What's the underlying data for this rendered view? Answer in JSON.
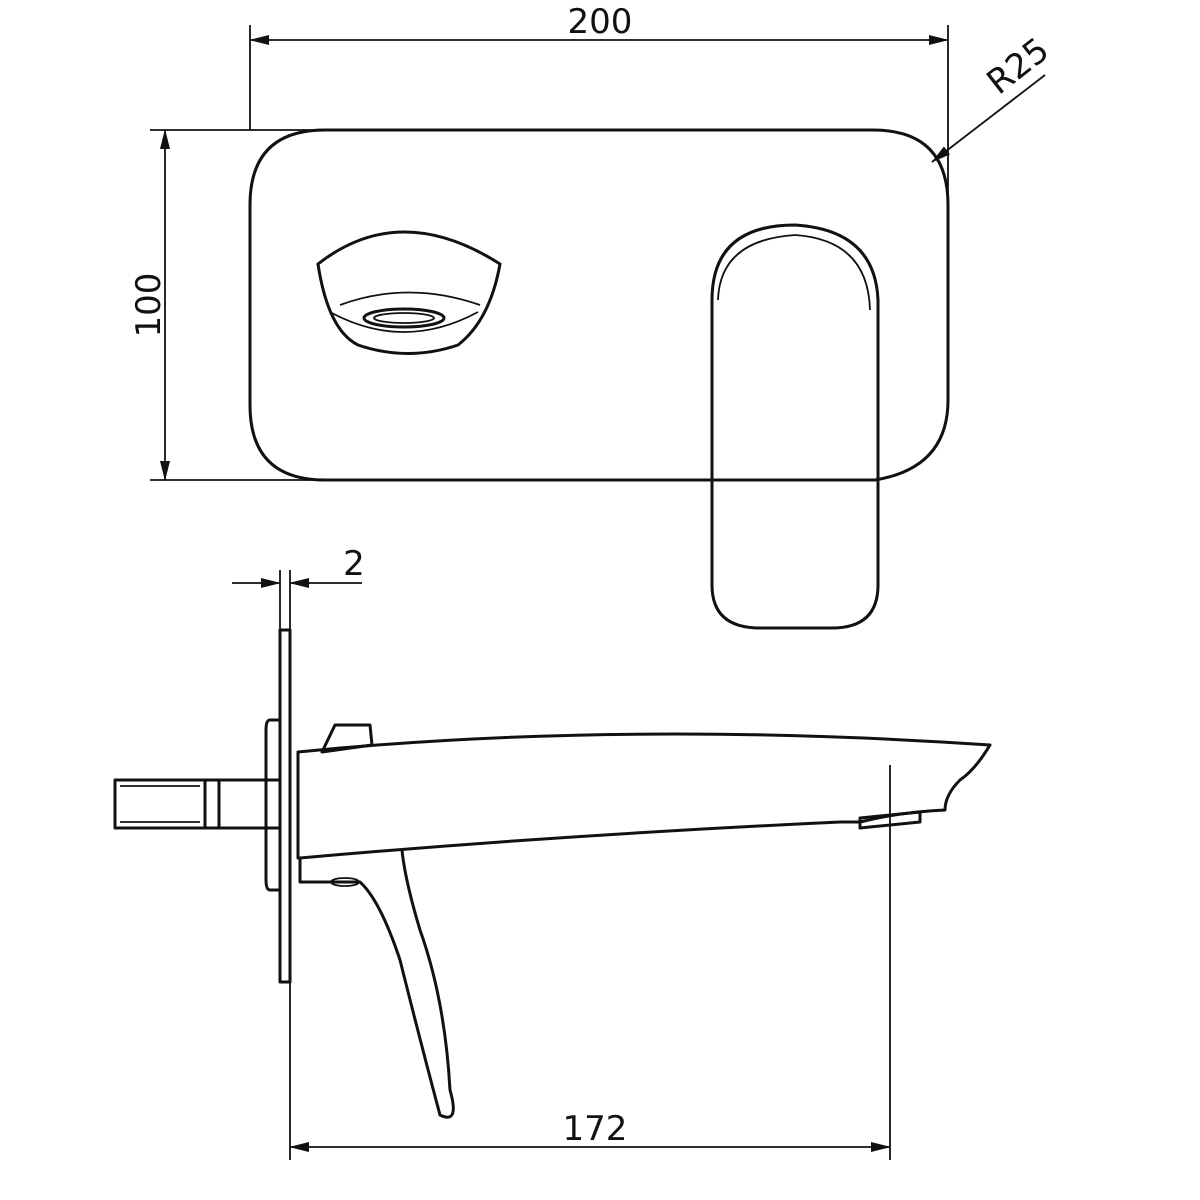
{
  "dimensions": {
    "width_label": "200",
    "height_label": "100",
    "radius_label": "R25",
    "thickness_label": "2",
    "projection_label": "172"
  },
  "colors": {
    "line": "#111111",
    "background": "#ffffff"
  }
}
